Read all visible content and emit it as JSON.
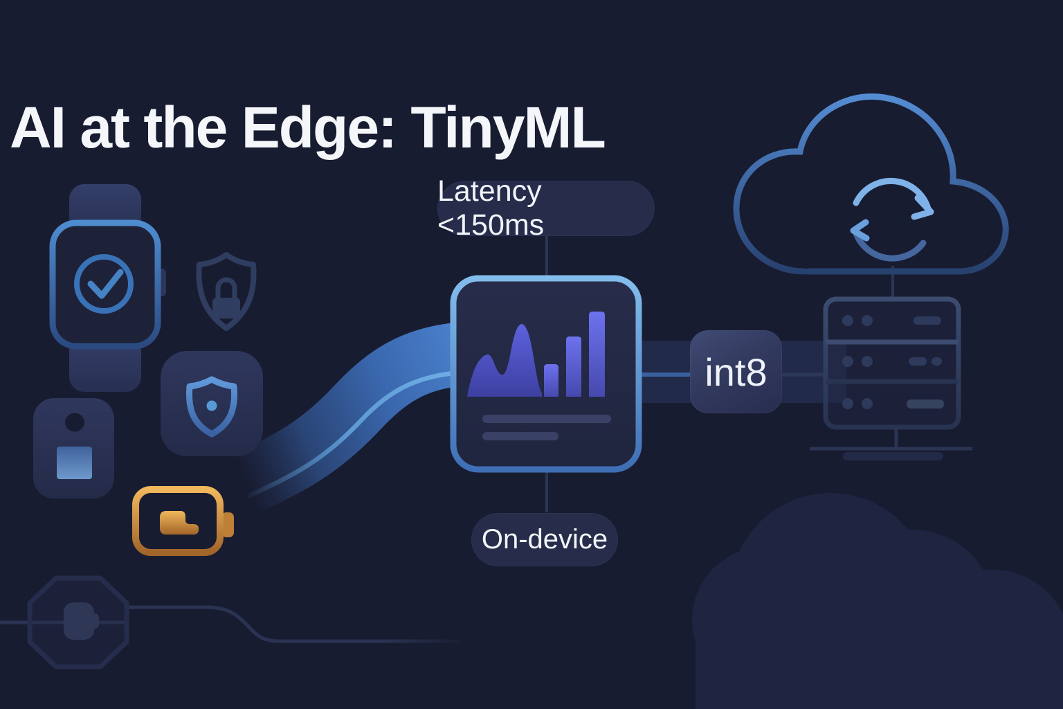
{
  "title": "AI at the Edge: TinyML",
  "pills": {
    "latency": "Latency <150ms",
    "on_device": "On-device"
  },
  "badges": {
    "int8": "int8"
  },
  "icons": {
    "left_cluster": [
      "smartwatch-check-icon",
      "shield-lock-icon",
      "shield-tile-icon",
      "sensor-tag-icon",
      "battery-icon",
      "sensor-octagon-icon"
    ],
    "center": [
      "model-card-chart-icon"
    ],
    "right_cluster": [
      "cloud-sync-icon",
      "server-rack-icon",
      "cloud-silhouette"
    ]
  },
  "colors": {
    "background": "#181c31",
    "panel": "#262c4a",
    "card_border_blue": "#6fb0e6",
    "ribbon_blue": "#4b82cf",
    "chart_indigo": "#5d61dd",
    "battery_gold": "#d99a44",
    "muted_outline": "#2e3a5c",
    "text": "#f5f6fa"
  }
}
